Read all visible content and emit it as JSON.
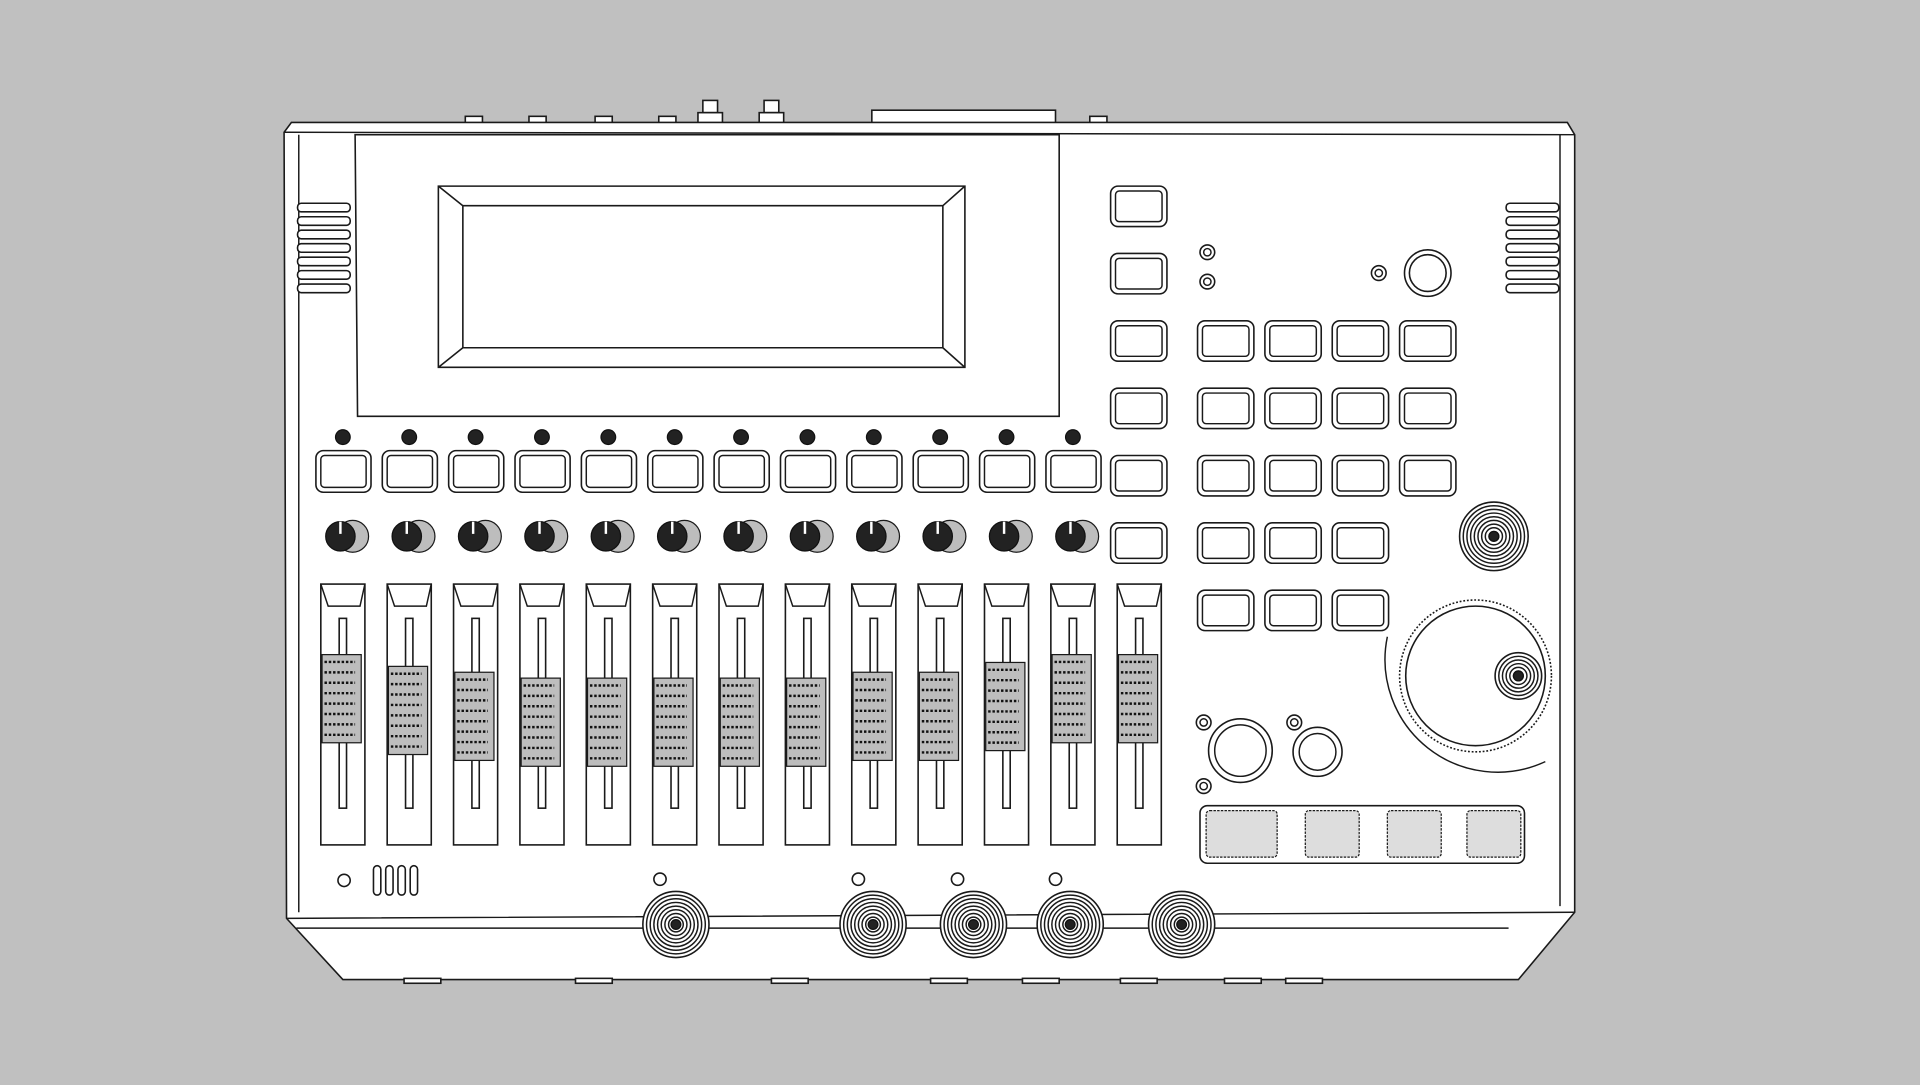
{
  "drawing": {
    "background_color": "#c0c0c0",
    "line_color": "#1a1a1a",
    "body_color": "#ffffff",
    "device": "multitrack-recorder-mixer",
    "channel_fader_levels": [
      0.59,
      0.53,
      0.5,
      0.47,
      0.47,
      0.47,
      0.47,
      0.47,
      0.5,
      0.5,
      0.55,
      0.59,
      0.59
    ]
  }
}
